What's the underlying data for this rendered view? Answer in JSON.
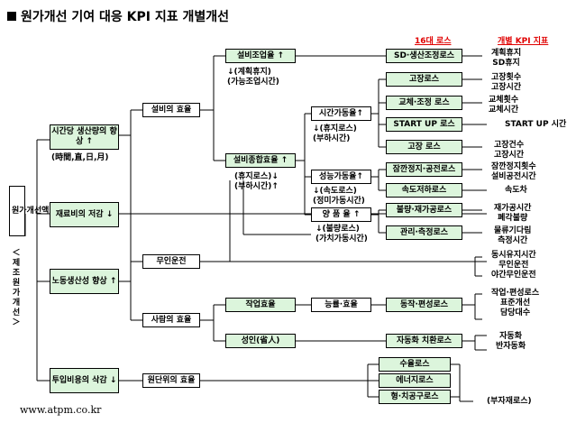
{
  "title": "원가개선 기여 대응 KPI 지표 개별개선",
  "headers": {
    "loss16": "16대 로스",
    "kpi": "개별 KPI 지표"
  },
  "root": "원가개선액",
  "root_sub": "＜제조원가개선＞",
  "level1": {
    "time": "시간당 생산량의 향상 ↑",
    "time_sub": "(時間,直,日,月)",
    "material": "재료비의 저감 ↓",
    "labor": "노동생산성 향상 ↑",
    "input": "투입비용의 삭감 ↓"
  },
  "level2": {
    "equip": "설비의 효율",
    "unmanned": "무인운전",
    "human": "사람의 효율",
    "unit": "원단위의 효율"
  },
  "level3": {
    "uptime": "설비조업율 ↑",
    "uptime_sub": "↓(계획휴지)\n(가능조업시간)",
    "overall": "설비종합효율 ↑",
    "overall_sub": "(휴지로스)↓\n(부하시간)↑",
    "work": "작업효율",
    "staff": "성인(省人)"
  },
  "level4": {
    "timeavail": "시간가동율↑",
    "timeavail_sub": "↓(휴지로스)\n(부하시간)",
    "perf": "성능가동율↑",
    "perf_sub": "↓(속도로스)\n(정미가동시간)",
    "quality": "양 품 율 ↑",
    "quality_sub": "↓(불량로스)\n(가치가동시간)",
    "ability": "능률·효율"
  },
  "losses": [
    "SD·생산조정로스",
    "고장로스",
    "교체·조정 로스",
    "START UP 로스",
    "고장 로스",
    "잠깐정지·공전로스",
    "속도저하로스",
    "불량·재가공로스",
    "관리·측정로스",
    "동작·편성로스",
    "자동화 치환로스",
    "수율로스",
    "에너지로스",
    "형·치공구로스"
  ],
  "kpis": [
    "계획휴지\nSD휴지",
    "고장횟수\n고장시간",
    "교체횟수\n교체시간",
    "START UP 시간",
    "고장건수\n고장시간",
    "잠깐정지횟수\n설비공전시간",
    "속도차",
    "재가공시간\n폐각불량",
    "물류기다림\n측정시간",
    "동시유지시간\n무인운전",
    "야간무인운전",
    "작업·편성로스\n표준개선\n담당대수",
    "자동화\n반자동화",
    "(부자재로스)"
  ],
  "footer_url": "www.atpm.co.kr"
}
